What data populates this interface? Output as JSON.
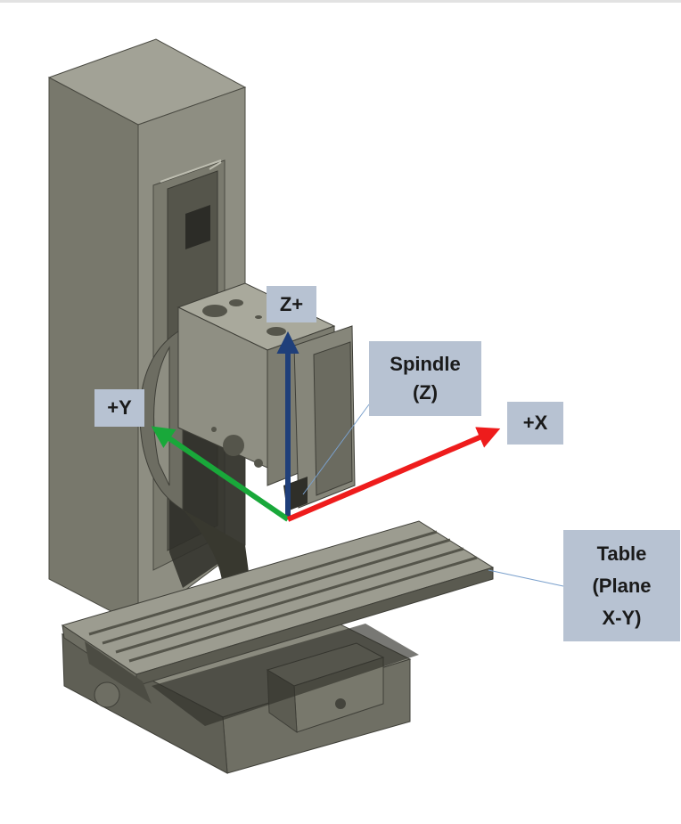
{
  "labels": {
    "z_axis": "Z+",
    "y_axis": "+Y",
    "x_axis": "+X",
    "spindle_line1": "Spindle",
    "spindle_line2": "(Z)",
    "table_line1": "Table",
    "table_line2": "(Plane",
    "table_line3": "X-Y)"
  },
  "colors": {
    "axis_x": "#ee1c1c",
    "axis_y": "#19a83a",
    "axis_z": "#1f3f7a",
    "label_bg": "#b7c2d2",
    "machine_light": "#8c8c80",
    "machine_mid": "#6e6e63",
    "machine_dark": "#3d3d36"
  }
}
